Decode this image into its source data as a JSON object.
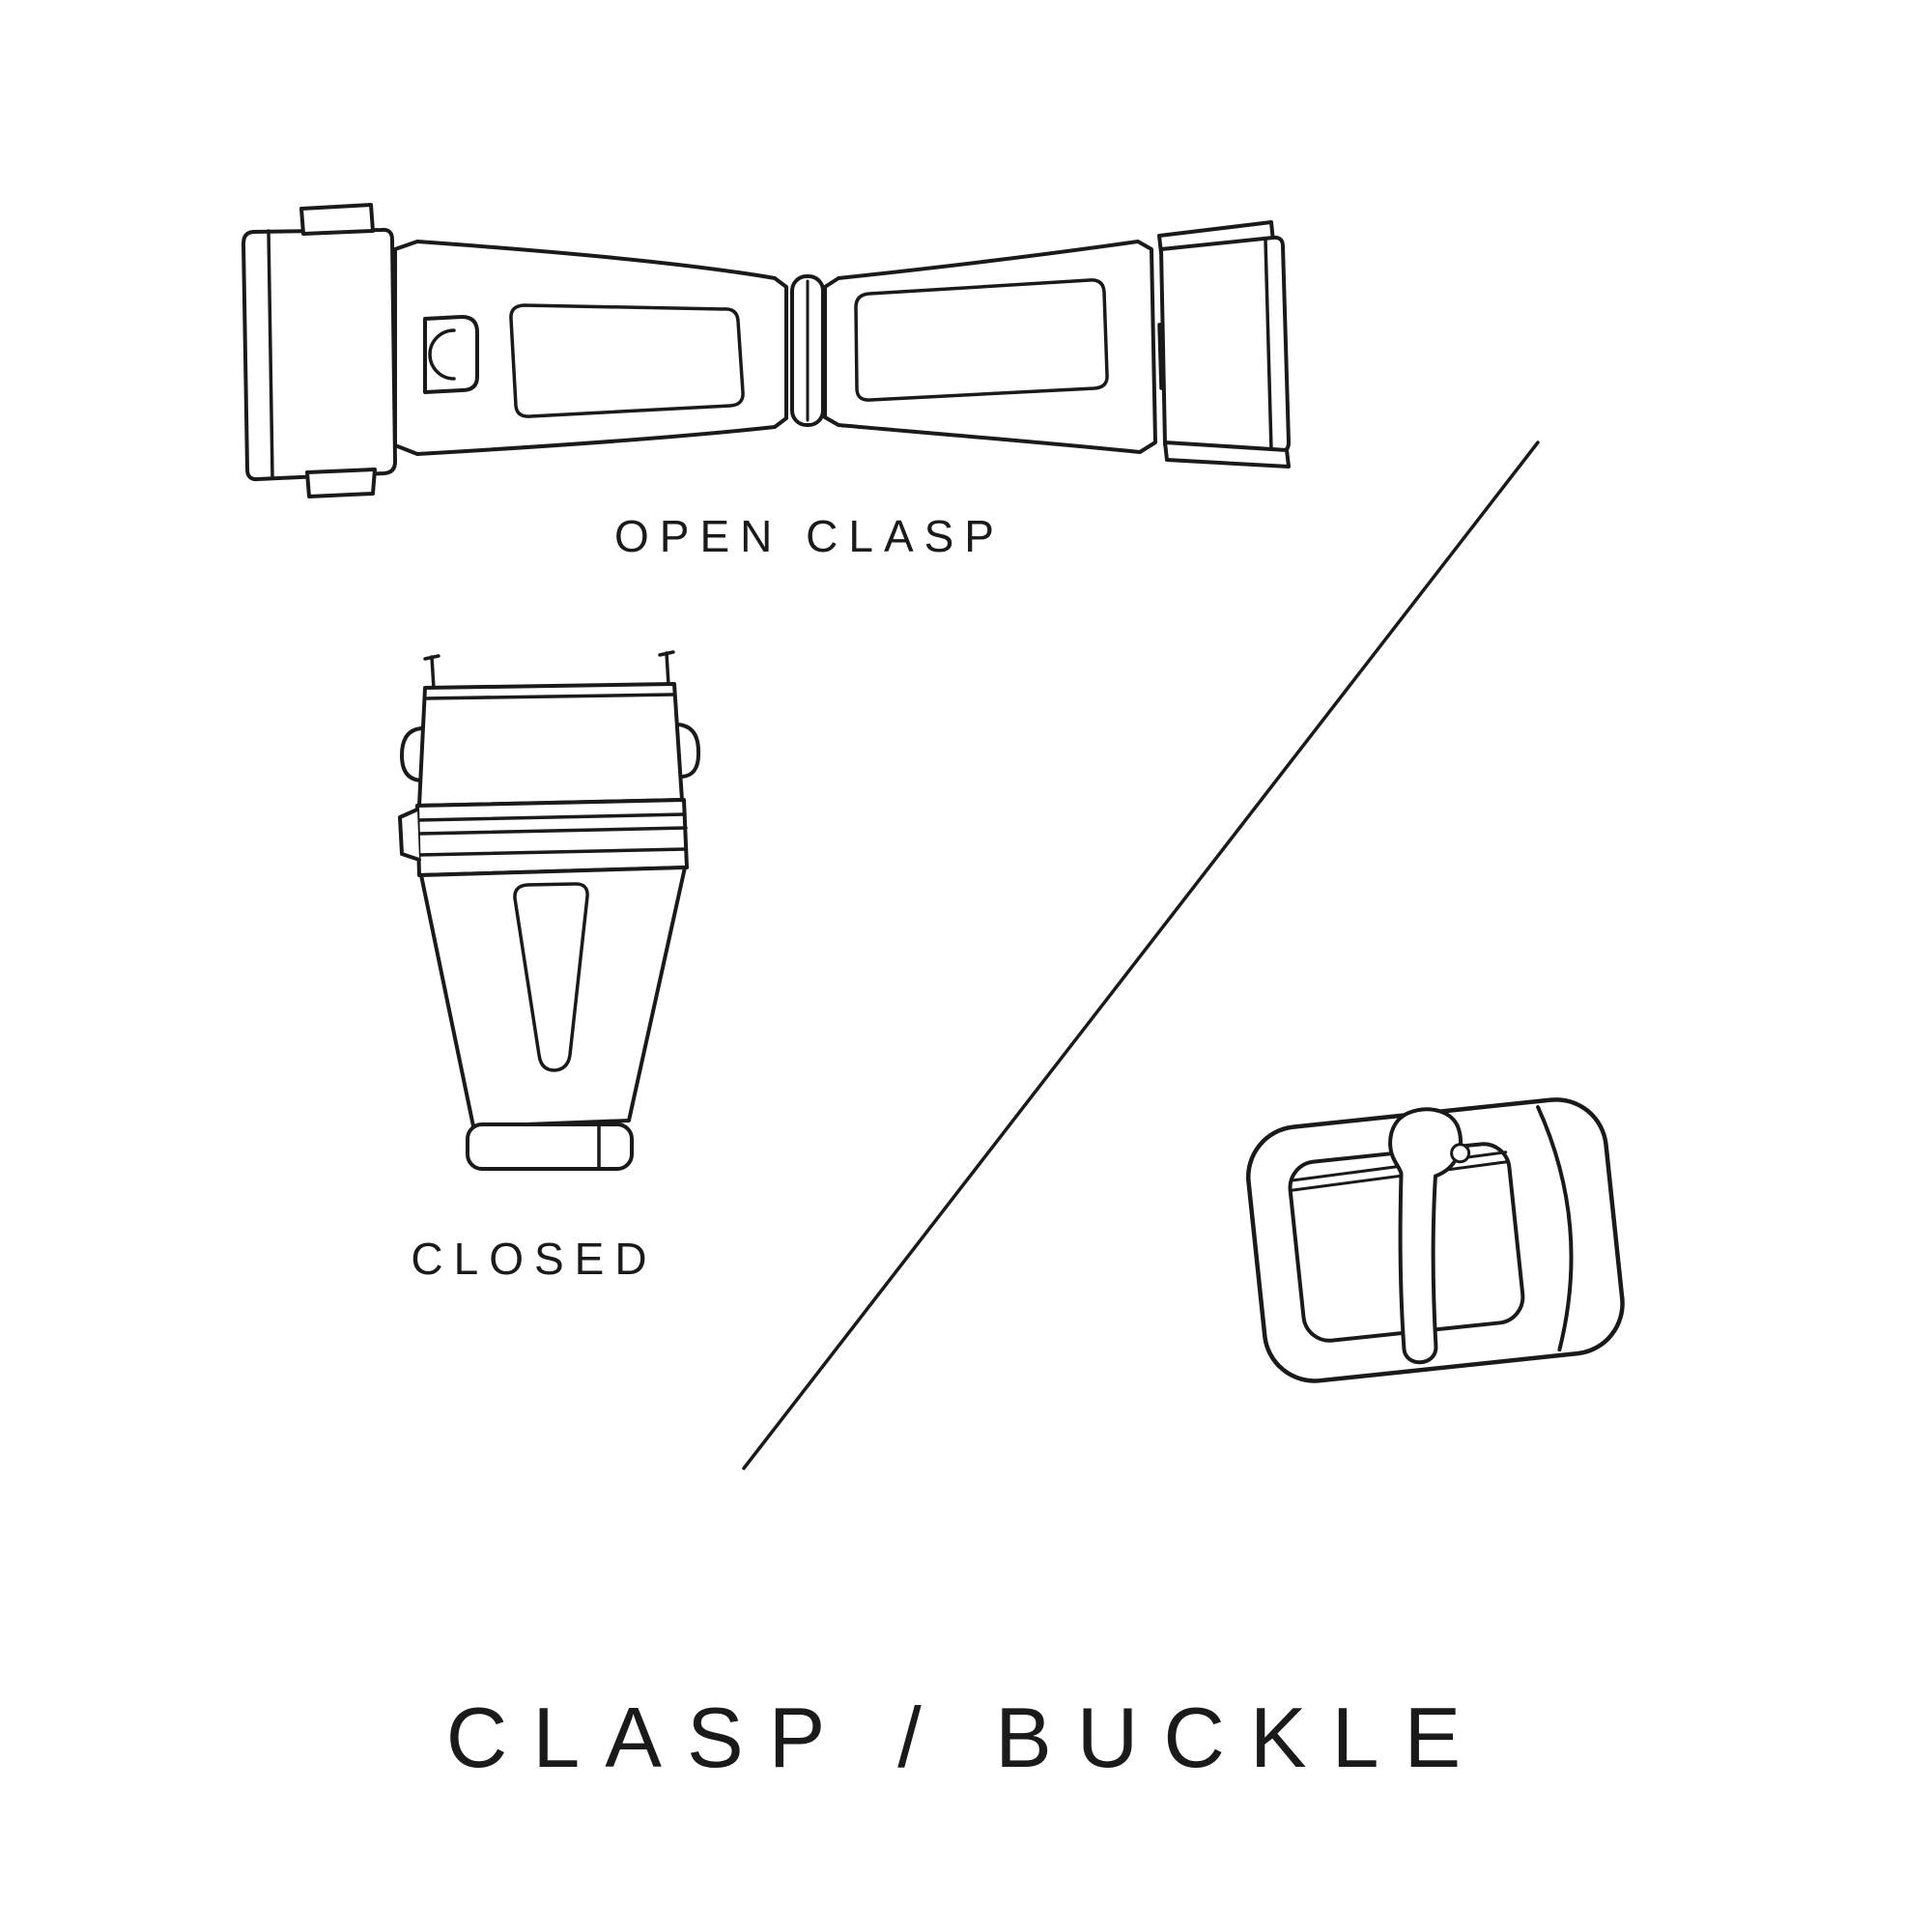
{
  "page": {
    "title": "CLASP / BUCKLE",
    "background_color": "#ffffff",
    "line_color": "#1a1a1a",
    "text_color": "#1a1a1a"
  },
  "illustrations": {
    "open_clasp": {
      "label": "OPEN CLASP"
    },
    "closed_clasp": {
      "label": "CLOSED"
    },
    "buckle": {
      "name": "tang-buckle"
    }
  }
}
